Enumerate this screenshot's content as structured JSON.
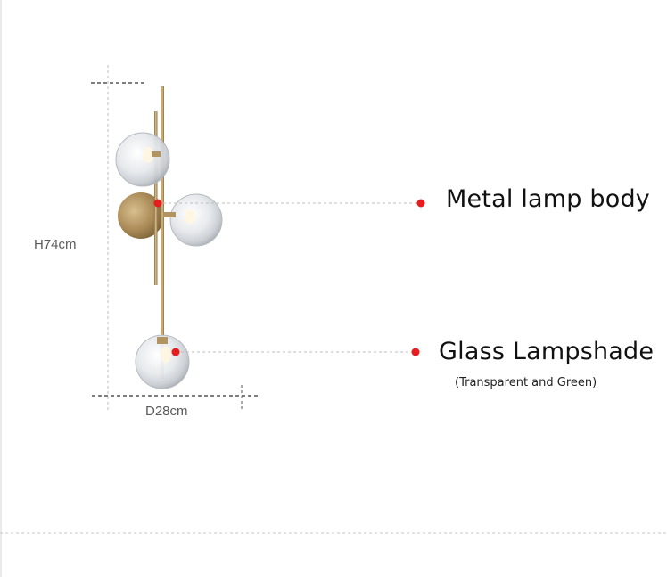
{
  "dimensions": {
    "height_label": "H74cm",
    "depth_label": "D28cm"
  },
  "callouts": [
    {
      "label": "Metal lamp body",
      "sublabel": ""
    },
    {
      "label": "Glass Lampshade",
      "sublabel": "(Transparent and Green)"
    }
  ],
  "colors": {
    "brass": "#b0925c",
    "marker": "#e81c1c",
    "guide": "#bdbdbd",
    "glass": "#e4e7ea"
  }
}
